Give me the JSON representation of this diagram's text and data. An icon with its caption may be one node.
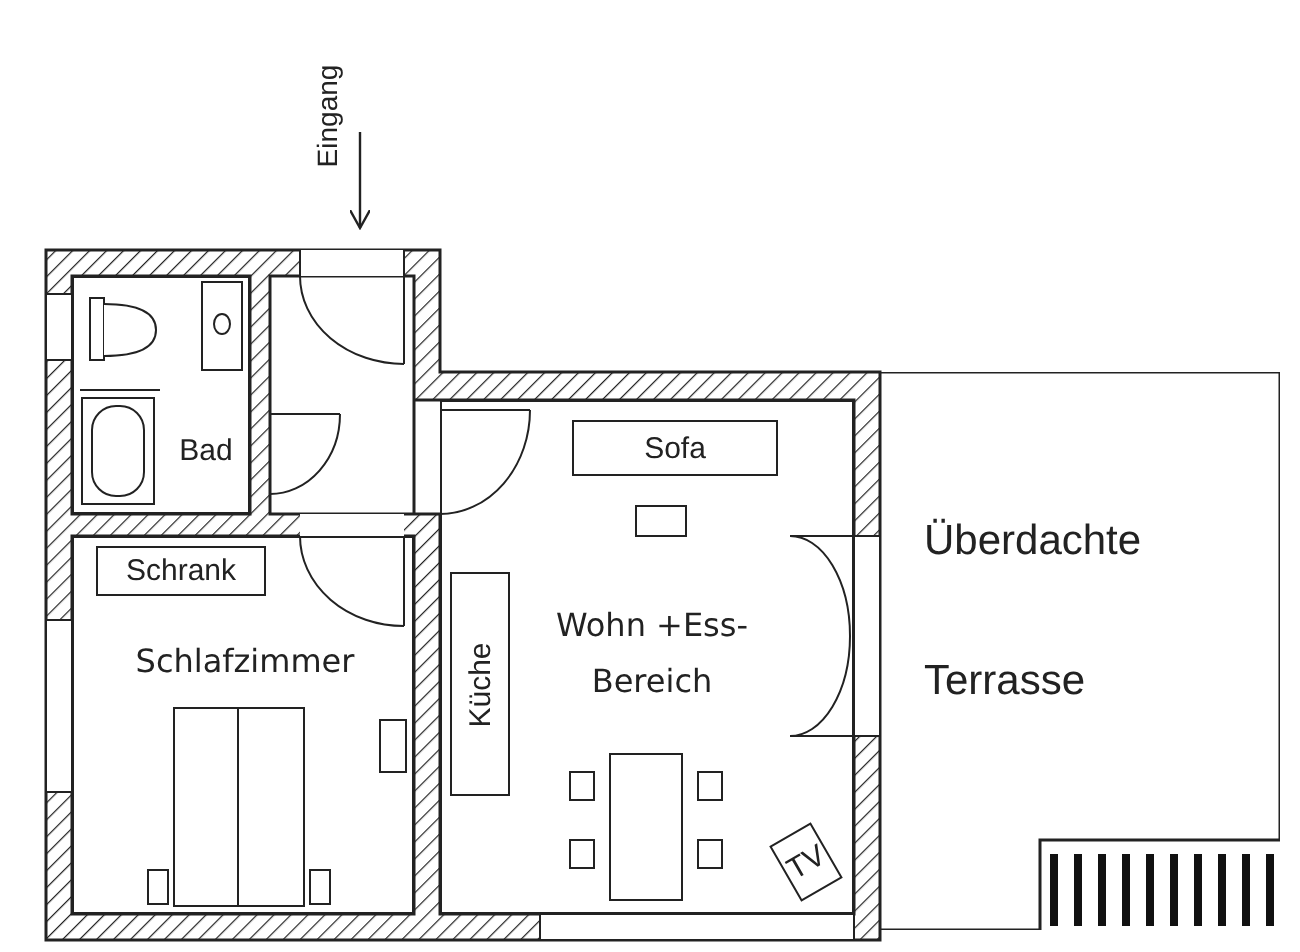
{
  "diagram": {
    "nodes": [
      {
        "text": [
          "Bad"
        ]
      },
      {
        "text": [
          "Schlafzimmer"
        ]
      },
      {
        "text": [
          "Schrank"
        ],
        "in": 1
      },
      {
        "text": [
          "Wohn +Ess-Bereich"
        ]
      },
      {
        "text": [
          "Sofa"
        ],
        "in": 3
      },
      {
        "text": [
          "Küche"
        ],
        "in": 3
      },
      {
        "text": [
          "TV"
        ],
        "in": 3
      },
      {
        "text": [
          "Überdachte Terrasse"
        ]
      }
    ],
    "labels": [
      "Eingang"
    ]
  }
}
